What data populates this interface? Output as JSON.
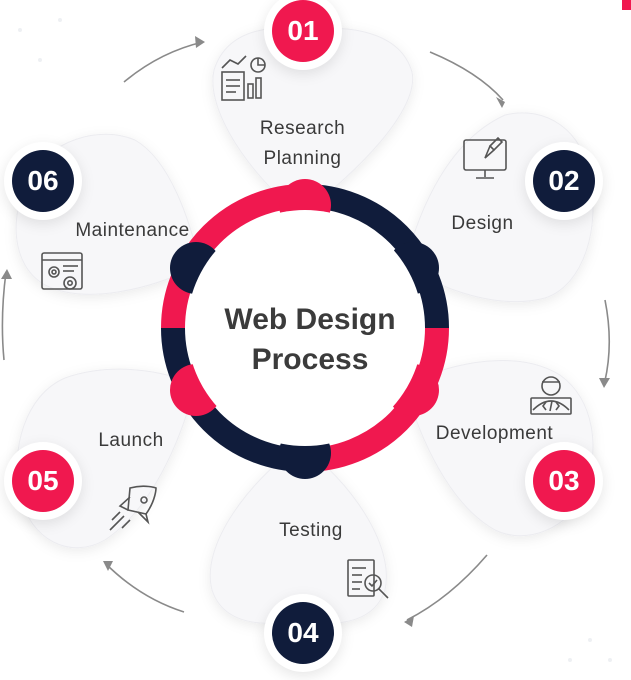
{
  "center": {
    "line1": "Web Design",
    "line2": "Process"
  },
  "steps": [
    {
      "number": "01",
      "label_line1": "Research",
      "label_line2": "Planning",
      "icon": "research-chart-icon",
      "color": "#f0184f"
    },
    {
      "number": "02",
      "label_line1": "Design",
      "icon": "monitor-brush-icon",
      "color": "#101c3b"
    },
    {
      "number": "03",
      "label_line1": "Development",
      "icon": "developer-laptop-icon",
      "color": "#f0184f"
    },
    {
      "number": "04",
      "label_line1": "Testing",
      "icon": "document-magnifier-icon",
      "color": "#101c3b"
    },
    {
      "number": "05",
      "label_line1": "Launch",
      "icon": "rocket-icon",
      "color": "#f0184f"
    },
    {
      "number": "06",
      "label_line1": "Maintenance",
      "icon": "browser-gear-icon",
      "color": "#101c3b"
    }
  ],
  "colors": {
    "accent": "#f0184f",
    "navy": "#101c3b",
    "petal": "#f7f7f9",
    "arrow": "#8a8a8a"
  }
}
